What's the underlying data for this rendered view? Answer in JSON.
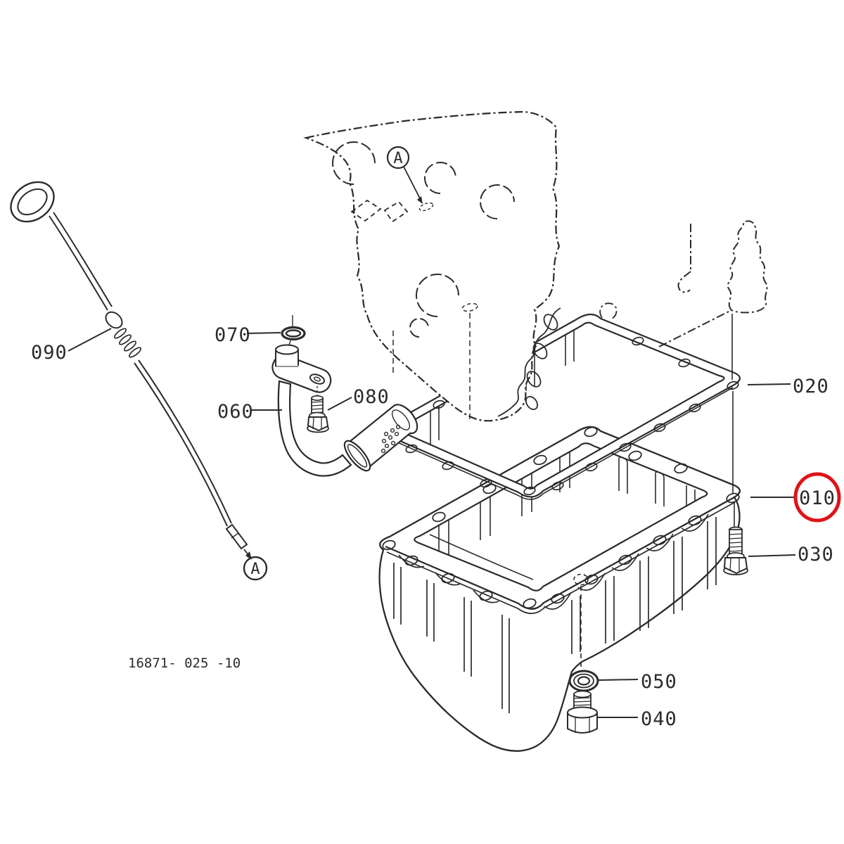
{
  "number": "16871- 025 -10",
  "detail_marker": "A",
  "highlight_color": "#de1418",
  "line_color": "#2b2b2b",
  "callouts": {
    "oil_pan": "010",
    "gasket": "020",
    "flange_bolt": "030",
    "drain_plug": "040",
    "drain_washer": "050",
    "suction_pipe": "060",
    "o_ring": "070",
    "pipe_bolt": "080",
    "dipstick": "090"
  }
}
